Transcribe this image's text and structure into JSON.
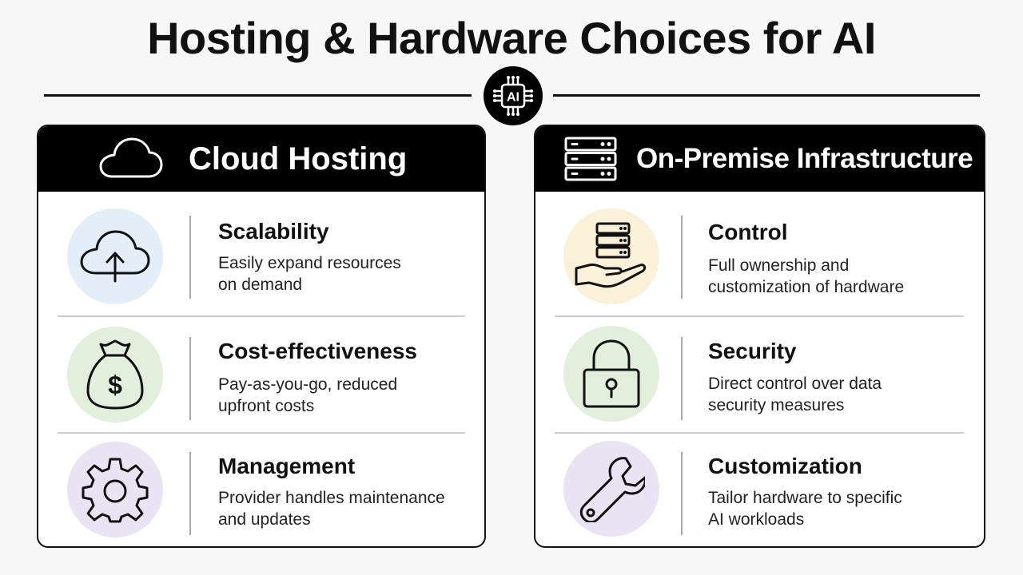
{
  "title": "Hosting & Hardware Choices for AI",
  "badge_text": "AI",
  "cloud": {
    "header": "Cloud Hosting",
    "header_icon": "cloud-icon",
    "items": [
      {
        "title": "Scalability",
        "desc_line1": "Easily expand resources",
        "desc_line2": "on demand",
        "icon": "cloud-upload-icon",
        "circle_color": "#e3eef9"
      },
      {
        "title": "Cost-effectiveness",
        "desc_line1": "Pay-as-you-go, reduced",
        "desc_line2": "upfront costs",
        "icon": "money-bag-icon",
        "circle_color": "#e2efdc"
      },
      {
        "title": "Management",
        "desc_line1": "Provider handles maintenance",
        "desc_line2": "and updates",
        "icon": "gear-icon",
        "circle_color": "#e9e3f4"
      }
    ]
  },
  "onprem": {
    "header": "On-Premise Infrastructure",
    "header_icon": "server-rack-icon",
    "items": [
      {
        "title": "Control",
        "desc_line1": "Full ownership and",
        "desc_line2": "customization of hardware",
        "icon": "server-hand-icon",
        "circle_color": "#fbf1d9"
      },
      {
        "title": "Security",
        "desc_line1": "Direct control over data",
        "desc_line2": "security measures",
        "icon": "padlock-icon",
        "circle_color": "#e2efdc"
      },
      {
        "title": "Customization",
        "desc_line1": "Tailor hardware to specific",
        "desc_line2": "AI workloads",
        "icon": "wrench-icon",
        "circle_color": "#e9e3f4"
      }
    ]
  }
}
